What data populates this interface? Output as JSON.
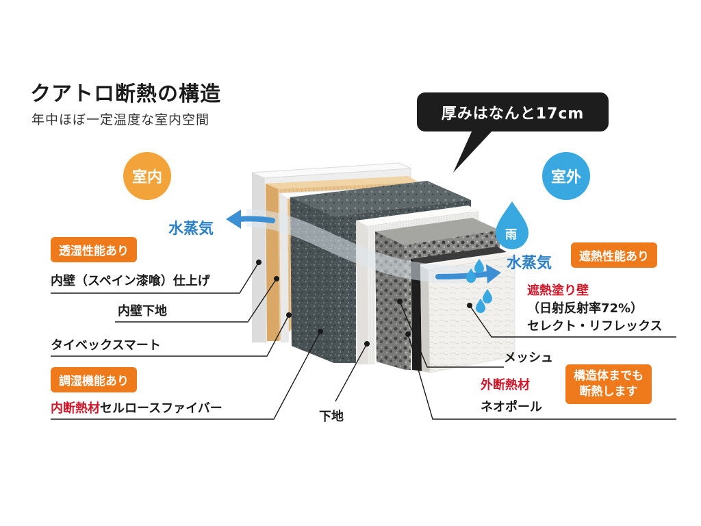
{
  "title": "クアトロ断熱の構造",
  "subtitle": "年中ほぼ一定温度な室内空間",
  "callout": "厚みはなんと17cm",
  "indoor": "室内",
  "outdoor": "室外",
  "rain": "雨",
  "vapor_left": "水蒸気",
  "vapor_right": "水蒸気",
  "badges": {
    "moisture_permeable": "透湿性能あり",
    "humidity_control": "調湿機能あり",
    "heat_shield": "遮熱性能あり",
    "structure_insulation_line1": "構造体までも",
    "structure_insulation_line2": "断熱します"
  },
  "labels": {
    "inner_wall_finish": "内壁（スペイン漆喰）仕上げ",
    "inner_wall_base": "内壁下地",
    "tyvek": "タイベックスマート",
    "inner_insulation_prefix": "内断熱材",
    "inner_insulation_name": "セルロースファイバー",
    "base": "下地",
    "mesh": "メッシュ",
    "outer_insulation_prefix": "外断熱材",
    "outer_insulation_name": "ネオポール",
    "heat_paint_line1": "遮熱塗り壁",
    "heat_paint_line2": "（日射反射率72%）",
    "heat_paint_line3": "セレクト・リフレックス"
  },
  "colors": {
    "accent_orange": "#ee7a1c",
    "indoor_circle": "#f2a33a",
    "outdoor_circle": "#3aa8e0",
    "vapor_blue": "#2a7fc6",
    "highlight_red": "#d0182a"
  }
}
